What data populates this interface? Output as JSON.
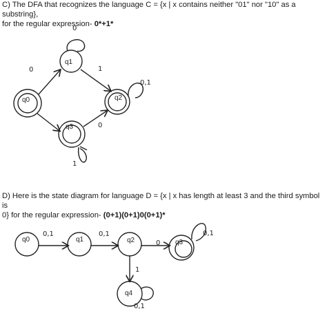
{
  "partC": {
    "prefix": "C) The DFA that recognizes the language C = {x | x contains neither \"01\" nor \"10\" as a substring},",
    "line2": "for the regular expression- ",
    "regex": "0*+1*"
  },
  "partD": {
    "prefix": "D) Here is the state diagram for language D = {x | x has length at least 3 and the third symbol is",
    "line2": "0} for the regular expression- ",
    "regex": "(0+1)(0+1)0(0+1)*"
  },
  "diagramC": {
    "states": [
      "q0",
      "q1",
      "q2",
      "q3"
    ],
    "transitions": {
      "q1_loop": "0",
      "q0_to_q1": "0",
      "q1_to_q2": "1",
      "q2_loop": "0,1",
      "q3_to_q2": "0",
      "q3_loop": "1"
    }
  },
  "diagramD": {
    "states": [
      "q0",
      "q1",
      "q2",
      "q3",
      "q4"
    ],
    "transitions": {
      "q0_to_q1": "0,1",
      "q1_to_q2": "0,1",
      "q2_to_q3": "0",
      "q3_loop": "0,1",
      "q2_to_q4": "1",
      "q4_loop": "0,1"
    }
  }
}
